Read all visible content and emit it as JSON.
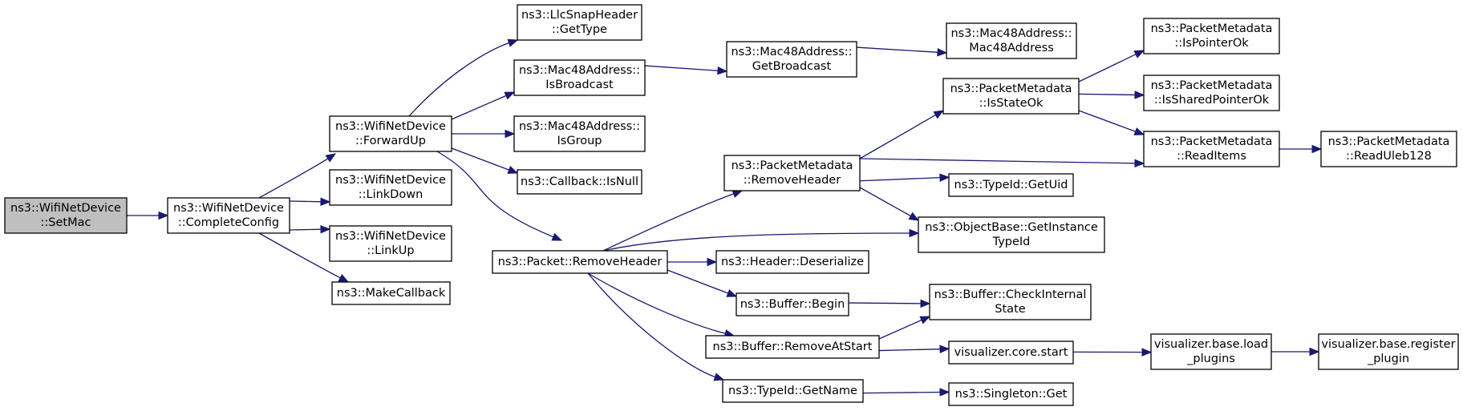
{
  "nodes": [
    {
      "id": "setmac",
      "lines": [
        "ns3::WifiNetDevice",
        "::SetMac"
      ],
      "root": true
    },
    {
      "id": "completeconfig",
      "lines": [
        "ns3::WifiNetDevice",
        "::CompleteConfig"
      ]
    },
    {
      "id": "forwardup",
      "lines": [
        "ns3::WifiNetDevice",
        "::ForwardUp"
      ]
    },
    {
      "id": "linkdown",
      "lines": [
        "ns3::WifiNetDevice",
        "::LinkDown"
      ]
    },
    {
      "id": "linkup",
      "lines": [
        "ns3::WifiNetDevice",
        "::LinkUp"
      ]
    },
    {
      "id": "makecallback",
      "lines": [
        "ns3::MakeCallback"
      ]
    },
    {
      "id": "llcsnap",
      "lines": [
        "ns3::LlcSnapHeader",
        "::GetType"
      ]
    },
    {
      "id": "isbroadcast",
      "lines": [
        "ns3::Mac48Address::",
        "IsBroadcast"
      ]
    },
    {
      "id": "isgroup",
      "lines": [
        "ns3::Mac48Address::",
        "IsGroup"
      ]
    },
    {
      "id": "isnull",
      "lines": [
        "ns3::Callback::IsNull"
      ]
    },
    {
      "id": "packetremoveheader",
      "lines": [
        "ns3::Packet::RemoveHeader"
      ]
    },
    {
      "id": "getbroadcast",
      "lines": [
        "ns3::Mac48Address::",
        "GetBroadcast"
      ]
    },
    {
      "id": "mac48address",
      "lines": [
        "ns3::Mac48Address::",
        "Mac48Address"
      ]
    },
    {
      "id": "pmremoveheader",
      "lines": [
        "ns3::PacketMetadata",
        "::RemoveHeader"
      ]
    },
    {
      "id": "deserialize",
      "lines": [
        "ns3::Header::Deserialize"
      ]
    },
    {
      "id": "bufferbegin",
      "lines": [
        "ns3::Buffer::Begin"
      ]
    },
    {
      "id": "removeatstart",
      "lines": [
        "ns3::Buffer::RemoveAtStart"
      ]
    },
    {
      "id": "typeidgetname",
      "lines": [
        "ns3::TypeId::GetName"
      ]
    },
    {
      "id": "isstateok",
      "lines": [
        "ns3::PacketMetadata",
        "::IsStateOk"
      ]
    },
    {
      "id": "getuid",
      "lines": [
        "ns3::TypeId::GetUid"
      ]
    },
    {
      "id": "getinstancetypeid",
      "lines": [
        "ns3::ObjectBase::GetInstance",
        "TypeId"
      ]
    },
    {
      "id": "checkinternalstate",
      "lines": [
        "ns3::Buffer::CheckInternal",
        "State"
      ]
    },
    {
      "id": "corestart",
      "lines": [
        "visualizer.core.start"
      ]
    },
    {
      "id": "singletonget",
      "lines": [
        "ns3::Singleton::Get"
      ]
    },
    {
      "id": "ispointerok",
      "lines": [
        "ns3::PacketMetadata",
        "::IsPointerOk"
      ]
    },
    {
      "id": "issharedpointerok",
      "lines": [
        "ns3::PacketMetadata",
        "::IsSharedPointerOk"
      ]
    },
    {
      "id": "readitems",
      "lines": [
        "ns3::PacketMetadata",
        "::ReadItems"
      ]
    },
    {
      "id": "loadplugins",
      "lines": [
        "visualizer.base.load",
        "_plugins"
      ]
    },
    {
      "id": "readuleb128",
      "lines": [
        "ns3::PacketMetadata",
        "::ReadUleb128"
      ]
    },
    {
      "id": "registerplugin",
      "lines": [
        "visualizer.base.register",
        "_plugin"
      ]
    }
  ],
  "edges": [
    {
      "from": "setmac",
      "to": "completeconfig"
    },
    {
      "from": "completeconfig",
      "to": "forwardup"
    },
    {
      "from": "completeconfig",
      "to": "linkdown"
    },
    {
      "from": "completeconfig",
      "to": "linkup"
    },
    {
      "from": "completeconfig",
      "to": "makecallback"
    },
    {
      "from": "forwardup",
      "to": "llcsnap"
    },
    {
      "from": "forwardup",
      "to": "isbroadcast"
    },
    {
      "from": "forwardup",
      "to": "isgroup"
    },
    {
      "from": "forwardup",
      "to": "isnull"
    },
    {
      "from": "forwardup",
      "to": "packetremoveheader"
    },
    {
      "from": "isbroadcast",
      "to": "getbroadcast"
    },
    {
      "from": "getbroadcast",
      "to": "mac48address"
    },
    {
      "from": "packetremoveheader",
      "to": "pmremoveheader"
    },
    {
      "from": "packetremoveheader",
      "to": "getinstancetypeid"
    },
    {
      "from": "packetremoveheader",
      "to": "deserialize"
    },
    {
      "from": "packetremoveheader",
      "to": "bufferbegin"
    },
    {
      "from": "packetremoveheader",
      "to": "removeatstart"
    },
    {
      "from": "packetremoveheader",
      "to": "typeidgetname"
    },
    {
      "from": "pmremoveheader",
      "to": "isstateok"
    },
    {
      "from": "pmremoveheader",
      "to": "readitems"
    },
    {
      "from": "pmremoveheader",
      "to": "getuid"
    },
    {
      "from": "pmremoveheader",
      "to": "getinstancetypeid"
    },
    {
      "from": "isstateok",
      "to": "ispointerok"
    },
    {
      "from": "isstateok",
      "to": "issharedpointerok"
    },
    {
      "from": "isstateok",
      "to": "readitems"
    },
    {
      "from": "readitems",
      "to": "readuleb128"
    },
    {
      "from": "bufferbegin",
      "to": "checkinternalstate"
    },
    {
      "from": "removeatstart",
      "to": "checkinternalstate"
    },
    {
      "from": "removeatstart",
      "to": "corestart"
    },
    {
      "from": "corestart",
      "to": "loadplugins"
    },
    {
      "from": "loadplugins",
      "to": "registerplugin"
    },
    {
      "from": "typeidgetname",
      "to": "singletonget"
    }
  ]
}
